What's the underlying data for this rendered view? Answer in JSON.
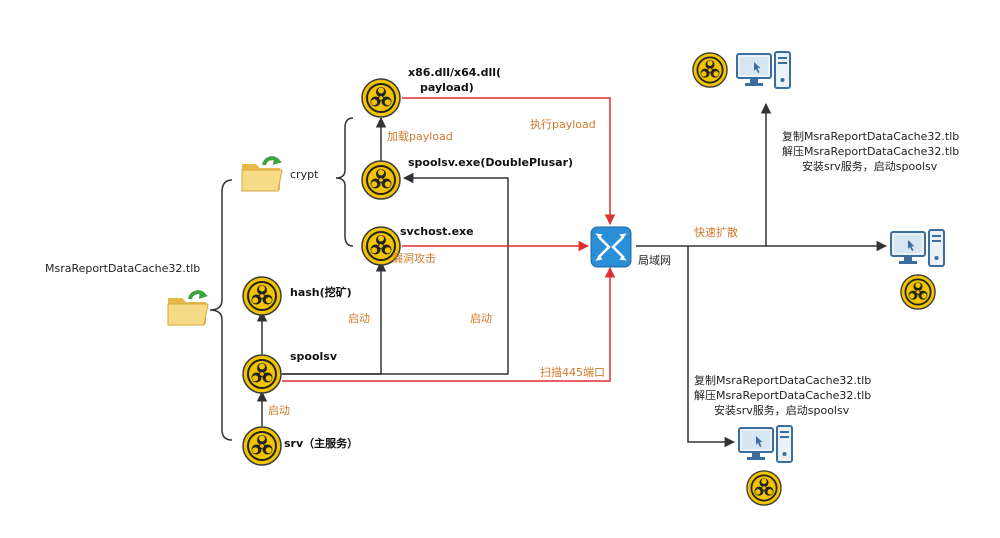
{
  "files": {
    "tlb_name": "MsraReportDataCache32.tlb",
    "crypt": "crypt"
  },
  "nodes": {
    "payload_line1": "x86.dll/x64.dll(",
    "payload_line2": "payload)",
    "spoolsv_exe": "spoolsv.exe(DoublePlusar)",
    "svchost": "svchost.exe",
    "hash": "hash(挖矿)",
    "spoolsv": "spoolsv",
    "srv": "srv（主服务）"
  },
  "edges": {
    "load_payload": "加载payload",
    "exec_payload": "执行payload",
    "exploit": "漏洞攻击",
    "start_1": "启动",
    "start_2": "启动",
    "start_3": "启动",
    "scan_445": "扫描445端口",
    "spread": "快速扩散",
    "lan": "局域网"
  },
  "notes": {
    "top": [
      "复制MsraReportDataCache32.tlb",
      "解压MsraReportDataCache32.tlb",
      "安装srv服务，启动spoolsv"
    ],
    "bottom": [
      "复制MsraReportDataCache32.tlb",
      "解压MsraReportDataCache32.tlb",
      "安装srv服务，启动spoolsv"
    ]
  },
  "colors": {
    "line": "#333333",
    "attack": "#e03030",
    "label_accent": "#d07a2a",
    "hazard_fill": "#f2c400",
    "hazard_ring": "#222222",
    "folder": "#f3d27a",
    "switch": "#2a8fd6",
    "computer": "#3b6e9e"
  },
  "icons": {
    "hazard": "biohazard-icon",
    "folder": "folder-icon",
    "switch": "network-switch-icon",
    "computer": "computer-icon"
  }
}
